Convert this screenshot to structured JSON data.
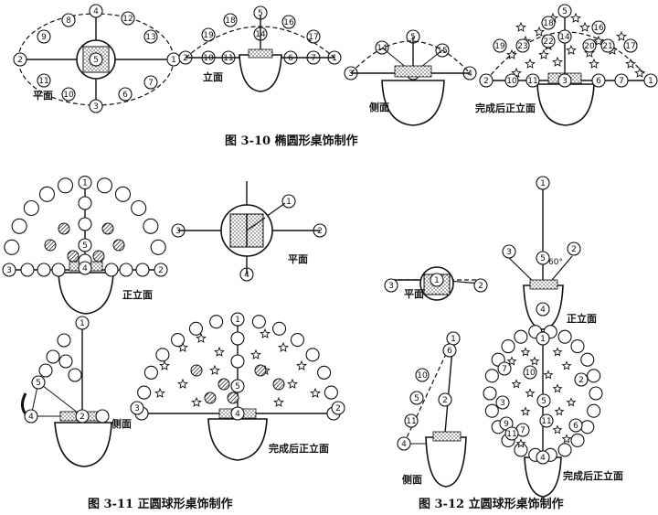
{
  "captions": {
    "fig310": "图 3-10   椭圆形桌饰制作",
    "fig311": "图 3-11   正圆球形桌饰制作",
    "fig312": "图 3-12   立圆球形桌饰制作"
  },
  "labels": {
    "plan": "平面",
    "elevation": "立面",
    "side": "侧面",
    "front_elevation": "正立面",
    "final_front": "完成后正立面"
  },
  "n": [
    "1",
    "2",
    "3",
    "4",
    "5",
    "6",
    "7",
    "8",
    "9",
    "10",
    "11",
    "12",
    "13",
    "14",
    "15",
    "16",
    "17",
    "18",
    "19",
    "20",
    "21",
    "22",
    "23"
  ],
  "angle": "60°"
}
